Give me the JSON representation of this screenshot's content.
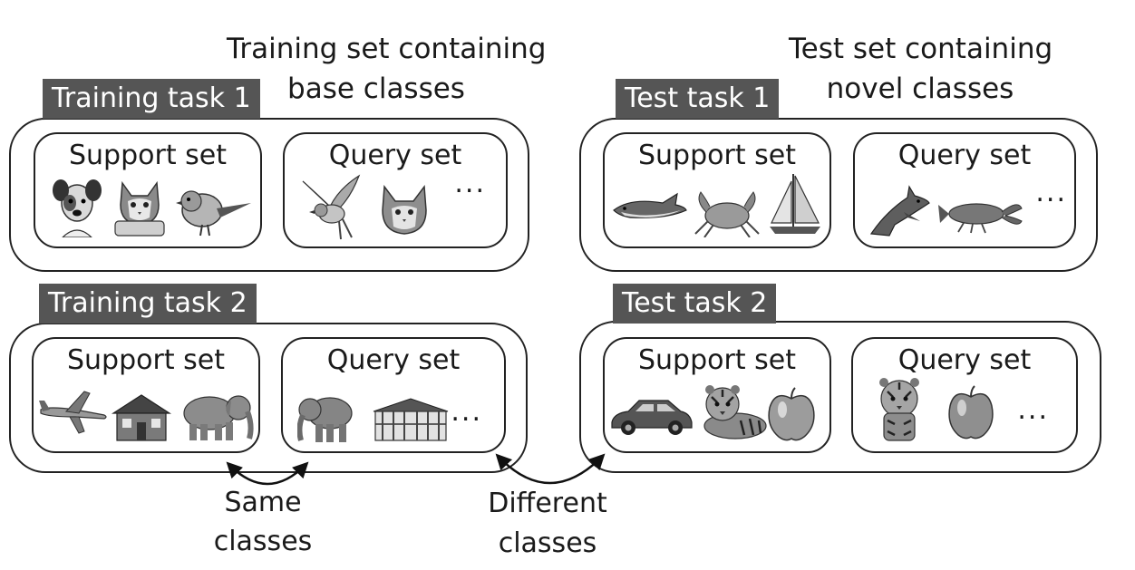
{
  "headings": {
    "training_line1": "Training set containing",
    "training_line2": "base classes",
    "test_line1": "Test set containing",
    "test_line2": "novel classes"
  },
  "tasks": {
    "train1": {
      "tab": "Training task 1",
      "support_title": "Support set",
      "query_title": "Query set",
      "support_icons": [
        "dog",
        "cat",
        "bird"
      ],
      "query_icons": [
        "bird",
        "cat"
      ],
      "more": "..."
    },
    "train2": {
      "tab": "Training task 2",
      "support_title": "Support set",
      "query_title": "Query set",
      "support_icons": [
        "airplane",
        "house",
        "elephant"
      ],
      "query_icons": [
        "elephant",
        "mansion"
      ],
      "more": "..."
    },
    "test1": {
      "tab": "Test task 1",
      "support_title": "Support set",
      "query_title": "Query set",
      "support_icons": [
        "shark",
        "crab",
        "sailboat"
      ],
      "query_icons": [
        "shark",
        "lobster"
      ],
      "more": "..."
    },
    "test2": {
      "tab": "Test task 2",
      "support_title": "Support set",
      "query_title": "Query set",
      "support_icons": [
        "car",
        "tiger",
        "apple"
      ],
      "query_icons": [
        "tiger",
        "apple"
      ],
      "more": "..."
    }
  },
  "annotations": {
    "same_line1": "Same",
    "same_line2": "classes",
    "different_line1": "Different",
    "different_line2": "classes"
  },
  "colors": {
    "tab_bg": "#555555",
    "stroke": "#222222",
    "tab_text": "#ffffff"
  }
}
